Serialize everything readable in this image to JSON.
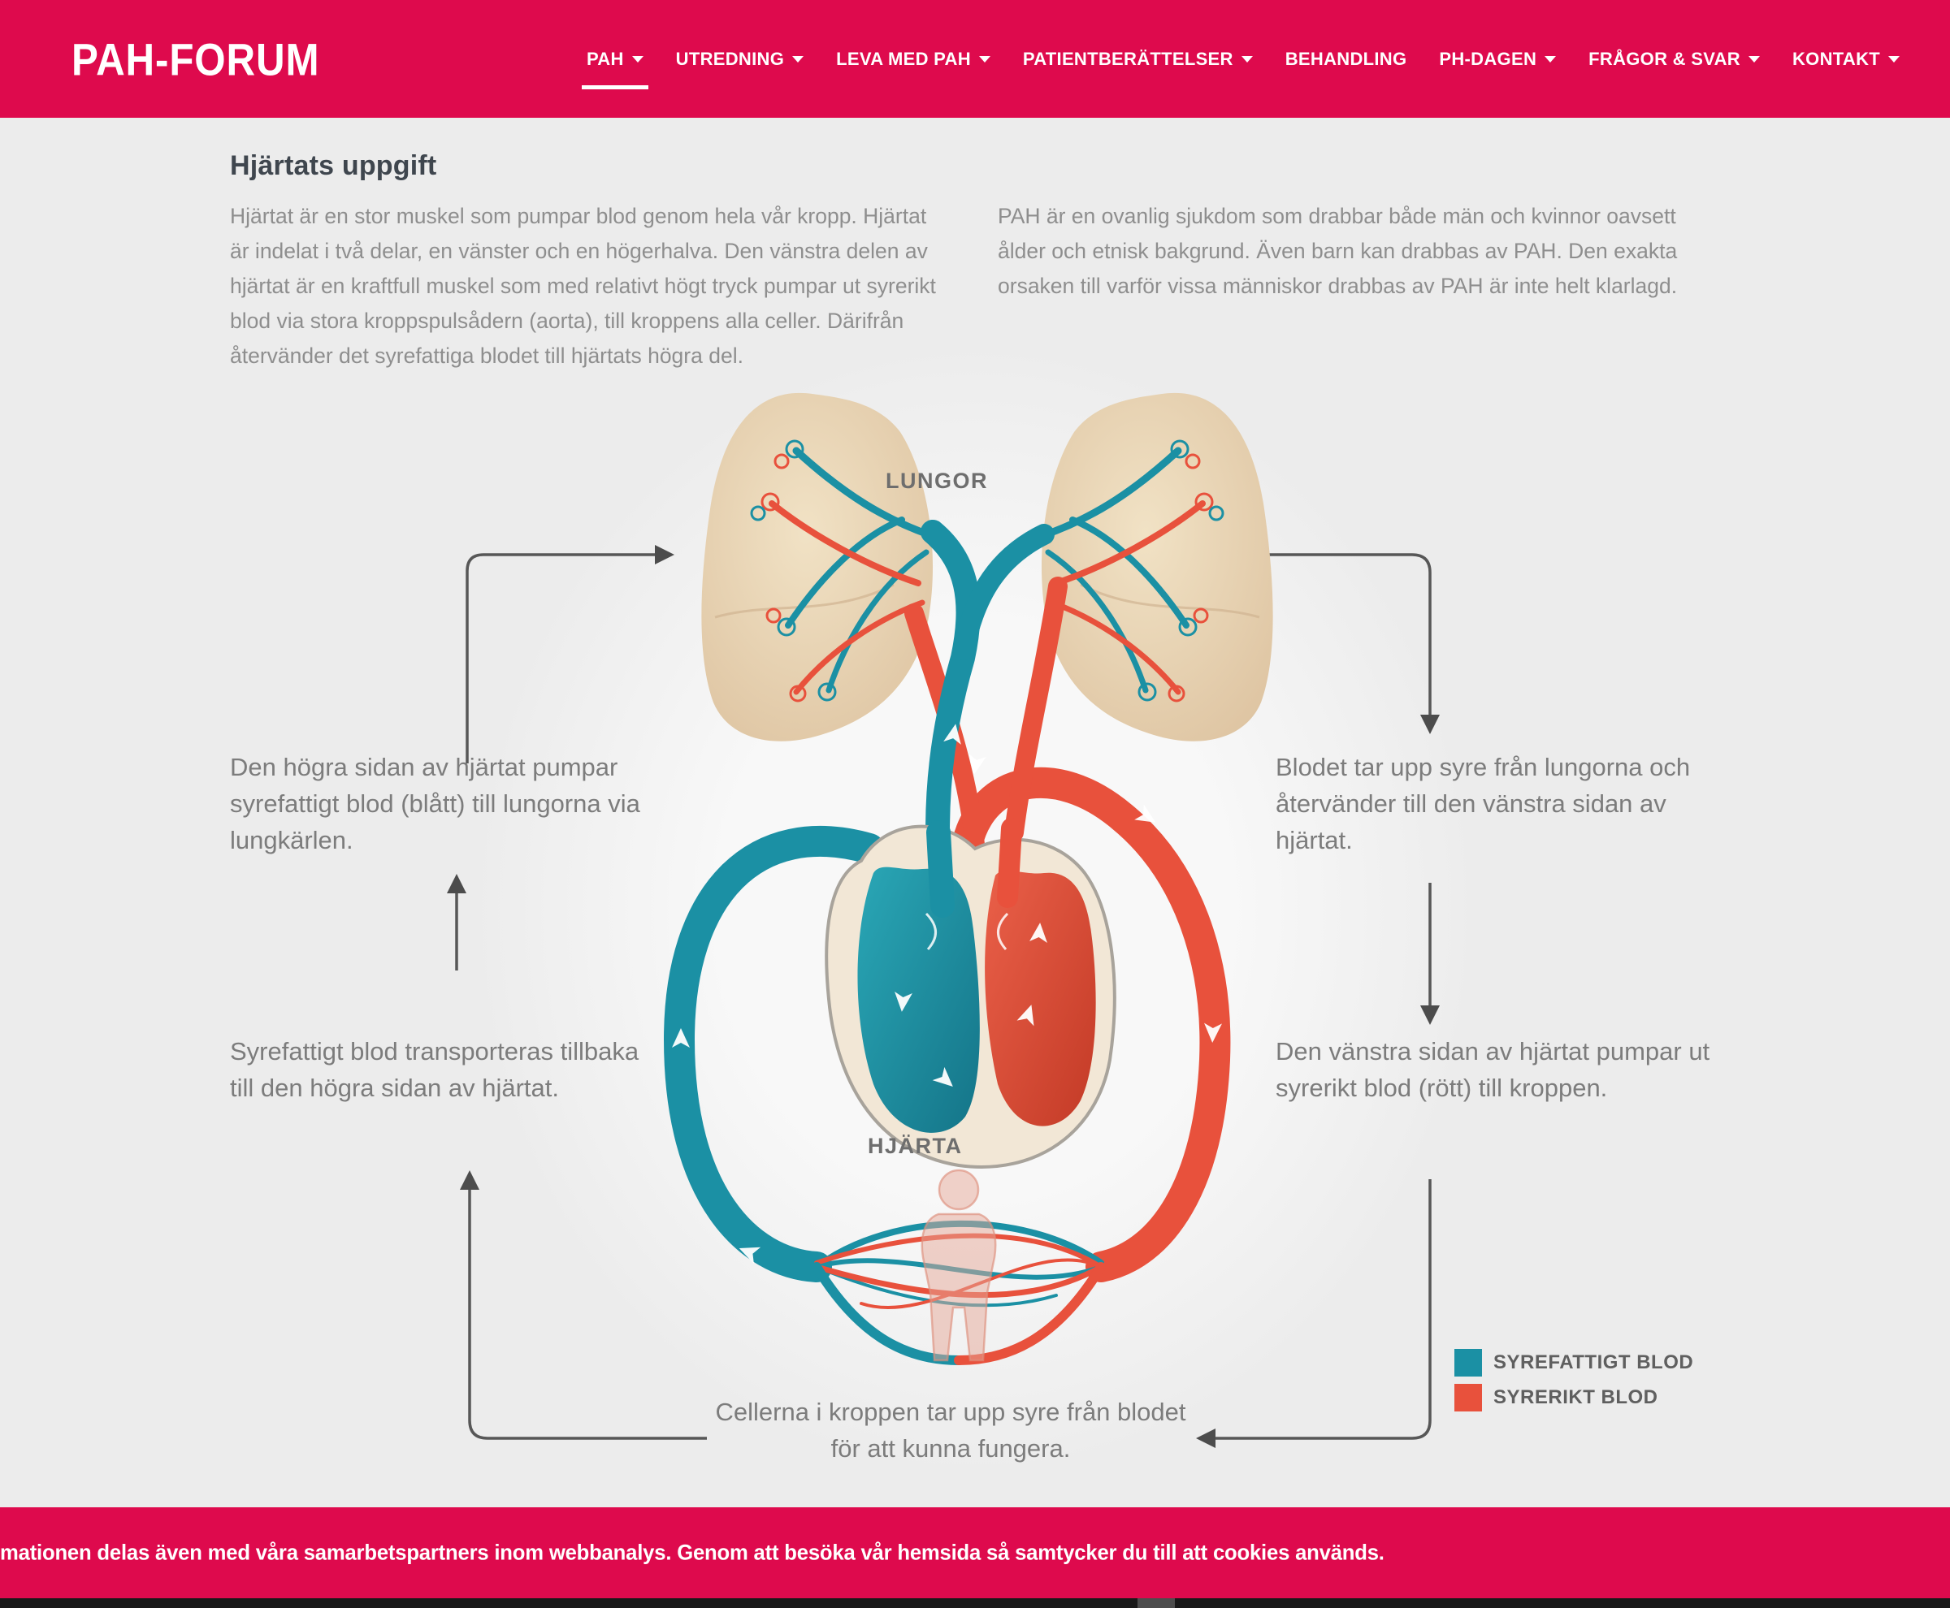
{
  "brand": {
    "logo": "PAH-FORUM"
  },
  "nav": {
    "caret": "▾",
    "items": [
      {
        "label": "PAH",
        "has_dropdown": true,
        "active": true
      },
      {
        "label": "UTREDNING",
        "has_dropdown": true,
        "active": false
      },
      {
        "label": "LEVA MED PAH",
        "has_dropdown": true,
        "active": false
      },
      {
        "label": "PATIENTBERÄTTELSER",
        "has_dropdown": true,
        "active": false
      },
      {
        "label": "BEHANDLING",
        "has_dropdown": false,
        "active": false
      },
      {
        "label": "PH-DAGEN",
        "has_dropdown": true,
        "active": false
      },
      {
        "label": "FRÅGOR & SVAR",
        "has_dropdown": true,
        "active": false
      },
      {
        "label": "KONTAKT",
        "has_dropdown": true,
        "active": false
      }
    ]
  },
  "article": {
    "title": "Hjärtats uppgift",
    "intro_left": "Hjärtat är en stor muskel som pumpar blod genom hela vår kropp. Hjärtat är indelat i två delar, en vänster och en högerhalva. Den vänstra delen av hjärtat är en kraftfull muskel som med relativt högt tryck pumpar ut syrerikt blod via stora kroppspulsådern (aorta), till kroppens alla celler. Därifrån återvänder det syrefattiga blodet till hjärtats högra del.",
    "intro_right": "PAH är en ovanlig sjukdom som drabbar både män och kvinnor oavsett ålder och etnisk bakgrund. Även barn kan drabbas av PAH. Den exakta orsaken till varför vissa människor drabbas av PAH är inte helt klarlagd."
  },
  "diagram": {
    "labels": {
      "lungs": "LUNGOR",
      "heart": "HJÄRTA"
    },
    "annotations": {
      "left_top": "Den högra sidan av hjärtat pumpar syrefattigt blod (blått) till lungorna via lungkärlen.",
      "left_bottom": "Syrefattigt blod transporteras tillbaka till den högra sidan av hjärtat.",
      "right_top": "Blodet tar upp syre från lungorna och återvänder till den vänstra sidan av hjärtat.",
      "right_bottom": "Den vänstra sidan av hjärtat pumpar ut syrerikt blod (rött) till kroppen.",
      "bottom": "Cellerna i kroppen tar upp syre från blodet för att kunna fungera."
    },
    "legend": [
      {
        "label": "SYREFATTIGT BLOD",
        "color": "#1b90a4"
      },
      {
        "label": "SYRERIKT BLOD",
        "color": "#e8513c"
      }
    ]
  },
  "cookie_banner": {
    "text": "mationen delas även med våra samarbetspartners inom webbanalys. Genom att besöka vår hemsida så samtycker du till att cookies används."
  },
  "colors": {
    "header": "#de0a4d",
    "page_background": "#ececec",
    "oxygen_poor_teal": "#1b90a4",
    "oxygen_rich_red": "#e8513c",
    "heading_text": "#3f464e",
    "body_text": "#8e8e8e"
  }
}
